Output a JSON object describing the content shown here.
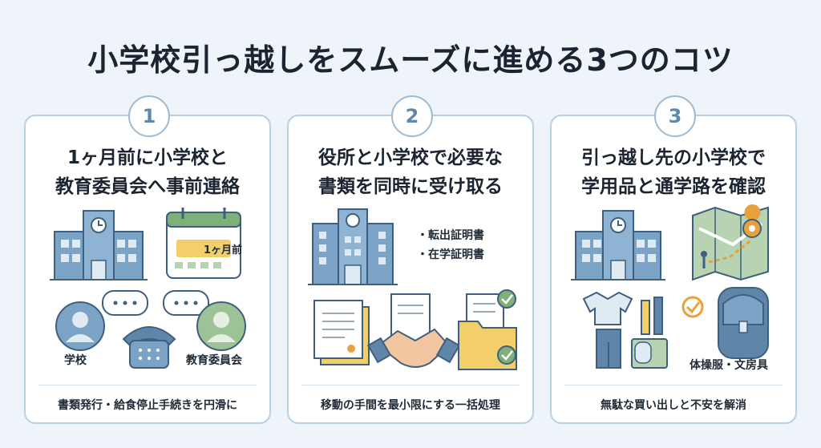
{
  "title": "小学校引っ越しをスムーズに進める3つのコツ",
  "steps": [
    {
      "number": "1",
      "heading_line1": "1ヶ月前に小学校と",
      "heading_line2": "教育委員会へ事前連絡",
      "calendar_label": "1ヶ月前",
      "speaker_left": "学校",
      "speaker_right": "教育委員会",
      "footer": "書類発行・給食停止手続きを円滑に"
    },
    {
      "number": "2",
      "heading_line1": "役所と小学校で必要な",
      "heading_line2": "書類を同時に受け取る",
      "doc_items": [
        "・転出証明書",
        "・在学証明書"
      ],
      "footer": "移動の手間を最小限にする一括処理"
    },
    {
      "number": "3",
      "heading_line1": "引っ越し先の小学校で",
      "heading_line2": "学用品と通学路を確認",
      "supplies_label": "体操服・文房具",
      "footer": "無駄な買い出しと不安を解消"
    }
  ],
  "colors": {
    "background": "#eef4f9",
    "card_border": "#b9d0e2",
    "accent_blue": "#5e88ad",
    "accent_yellow": "#f3cf6b",
    "accent_green": "#7fb07a"
  }
}
